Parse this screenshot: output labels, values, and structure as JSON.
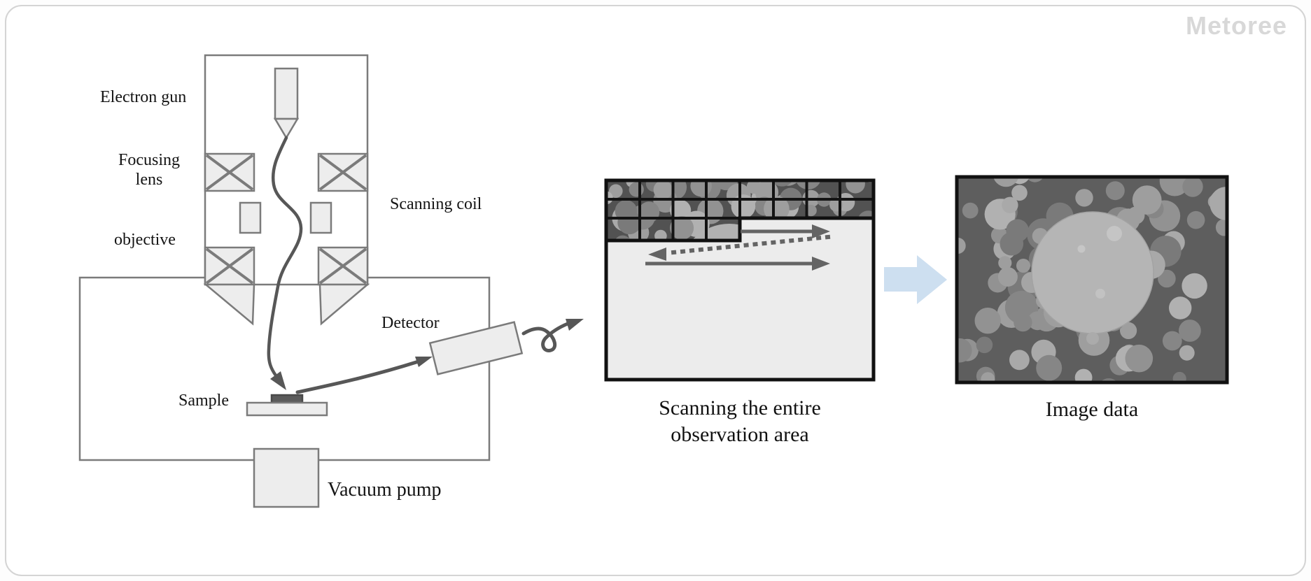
{
  "watermark": {
    "text": "Metoree"
  },
  "sem_diagram": {
    "labels": {
      "electron_gun": "Electron gun",
      "focusing_lens": "Focusing lens",
      "objective": "objective",
      "scanning_coil": "Scanning coil",
      "detector": "Detector",
      "sample": "Sample",
      "vacuum_pump": "Vacuum pump"
    }
  },
  "scan_panel": {
    "caption": "Scanning the entire observation area"
  },
  "image_panel": {
    "caption": "Image data"
  },
  "colors": {
    "outline_gray": "#7b7b7b",
    "component_fill": "#ededed",
    "beam_arrow_gray": "#575757",
    "scan_arrow_gray": "#646464",
    "panel_border_black": "#111111",
    "unscanned_area_fill": "#ececec",
    "flow_arrow_blue": "#cddff0",
    "watermark_gray": "#d8d8d8",
    "sem_background_gray": "#5e5e5e",
    "sem_particle_gray": "#9c9c9c",
    "sem_sphere_gray": "#b5b5b5",
    "card_border": "#d4d4d4"
  }
}
